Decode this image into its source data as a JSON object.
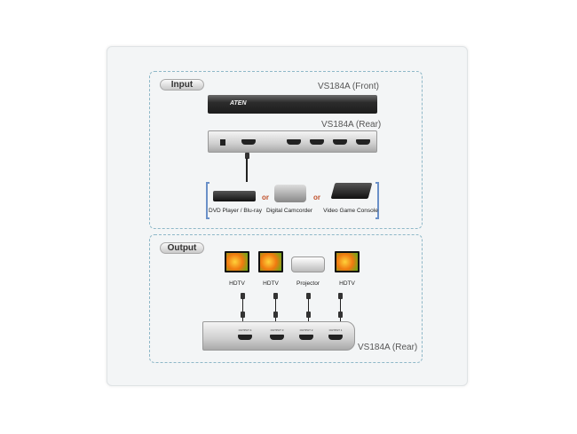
{
  "input": {
    "label": "Input",
    "front_title": "VS184A (Front)",
    "rear_title": "VS184A (Rear)",
    "brand": "ATEN",
    "sources": [
      {
        "label": "DVD Player / Blu-ray",
        "icon": "dvd-player-icon"
      },
      {
        "label": "Digital Camcorder",
        "icon": "camcorder-icon"
      },
      {
        "label": "Video Game Console",
        "icon": "game-console-icon"
      }
    ],
    "or_text": "or"
  },
  "output": {
    "label": "Output",
    "rear_title": "VS184A (Rear)",
    "displays": [
      {
        "label": "HDTV"
      },
      {
        "label": "HDTV"
      },
      {
        "label": "Projector"
      },
      {
        "label": "HDTV"
      }
    ],
    "ports": [
      "OUTPUT 4",
      "OUTPUT 3",
      "OUTPUT 2",
      "OUTPUT 1"
    ]
  },
  "colors": {
    "dashed_border": "#8fb8c8",
    "or": "#c0502b",
    "bracket": "#6a90c8"
  }
}
